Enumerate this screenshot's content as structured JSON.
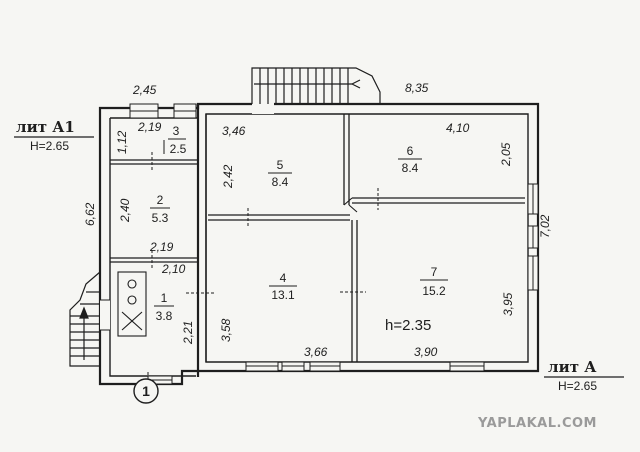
{
  "colors": {
    "line": "#1e1e1e",
    "paper": "#f6f6f3",
    "watermark": "#9a9a9a"
  },
  "annex": {
    "title": "лит А1",
    "height": "H=2.65"
  },
  "main": {
    "title": "лит А",
    "height": "H=2.65"
  },
  "dimensions": {
    "top_annex": "2,45",
    "top_main": "8,35",
    "left_annex": "6,62",
    "right_main": "7,02",
    "room3_width": "2,19",
    "room3_height": "1,12",
    "room2_height": "2,40",
    "room2_width": "2,19",
    "room1_width": "2,10",
    "room1_height": "2,21",
    "room5_width": "3,46",
    "room5_height": "2,42",
    "room6_width": "4,10",
    "room6_height": "2,05",
    "room4_height": "3,58",
    "room4_width": "3,66",
    "room7_height": "3,95",
    "room7_width": "3,90"
  },
  "rooms": [
    {
      "number": "1",
      "area": "3.8"
    },
    {
      "number": "2",
      "area": "5.3"
    },
    {
      "number": "3",
      "area": "2.5"
    },
    {
      "number": "4",
      "area": "13.1"
    },
    {
      "number": "5",
      "area": "8.4"
    },
    {
      "number": "6",
      "area": "8.4"
    },
    {
      "number": "7",
      "area": "15.2"
    }
  ],
  "ceiling_height": "h=2.35",
  "entrance_marker": "1",
  "watermark": "YAPLAKAL.COM"
}
